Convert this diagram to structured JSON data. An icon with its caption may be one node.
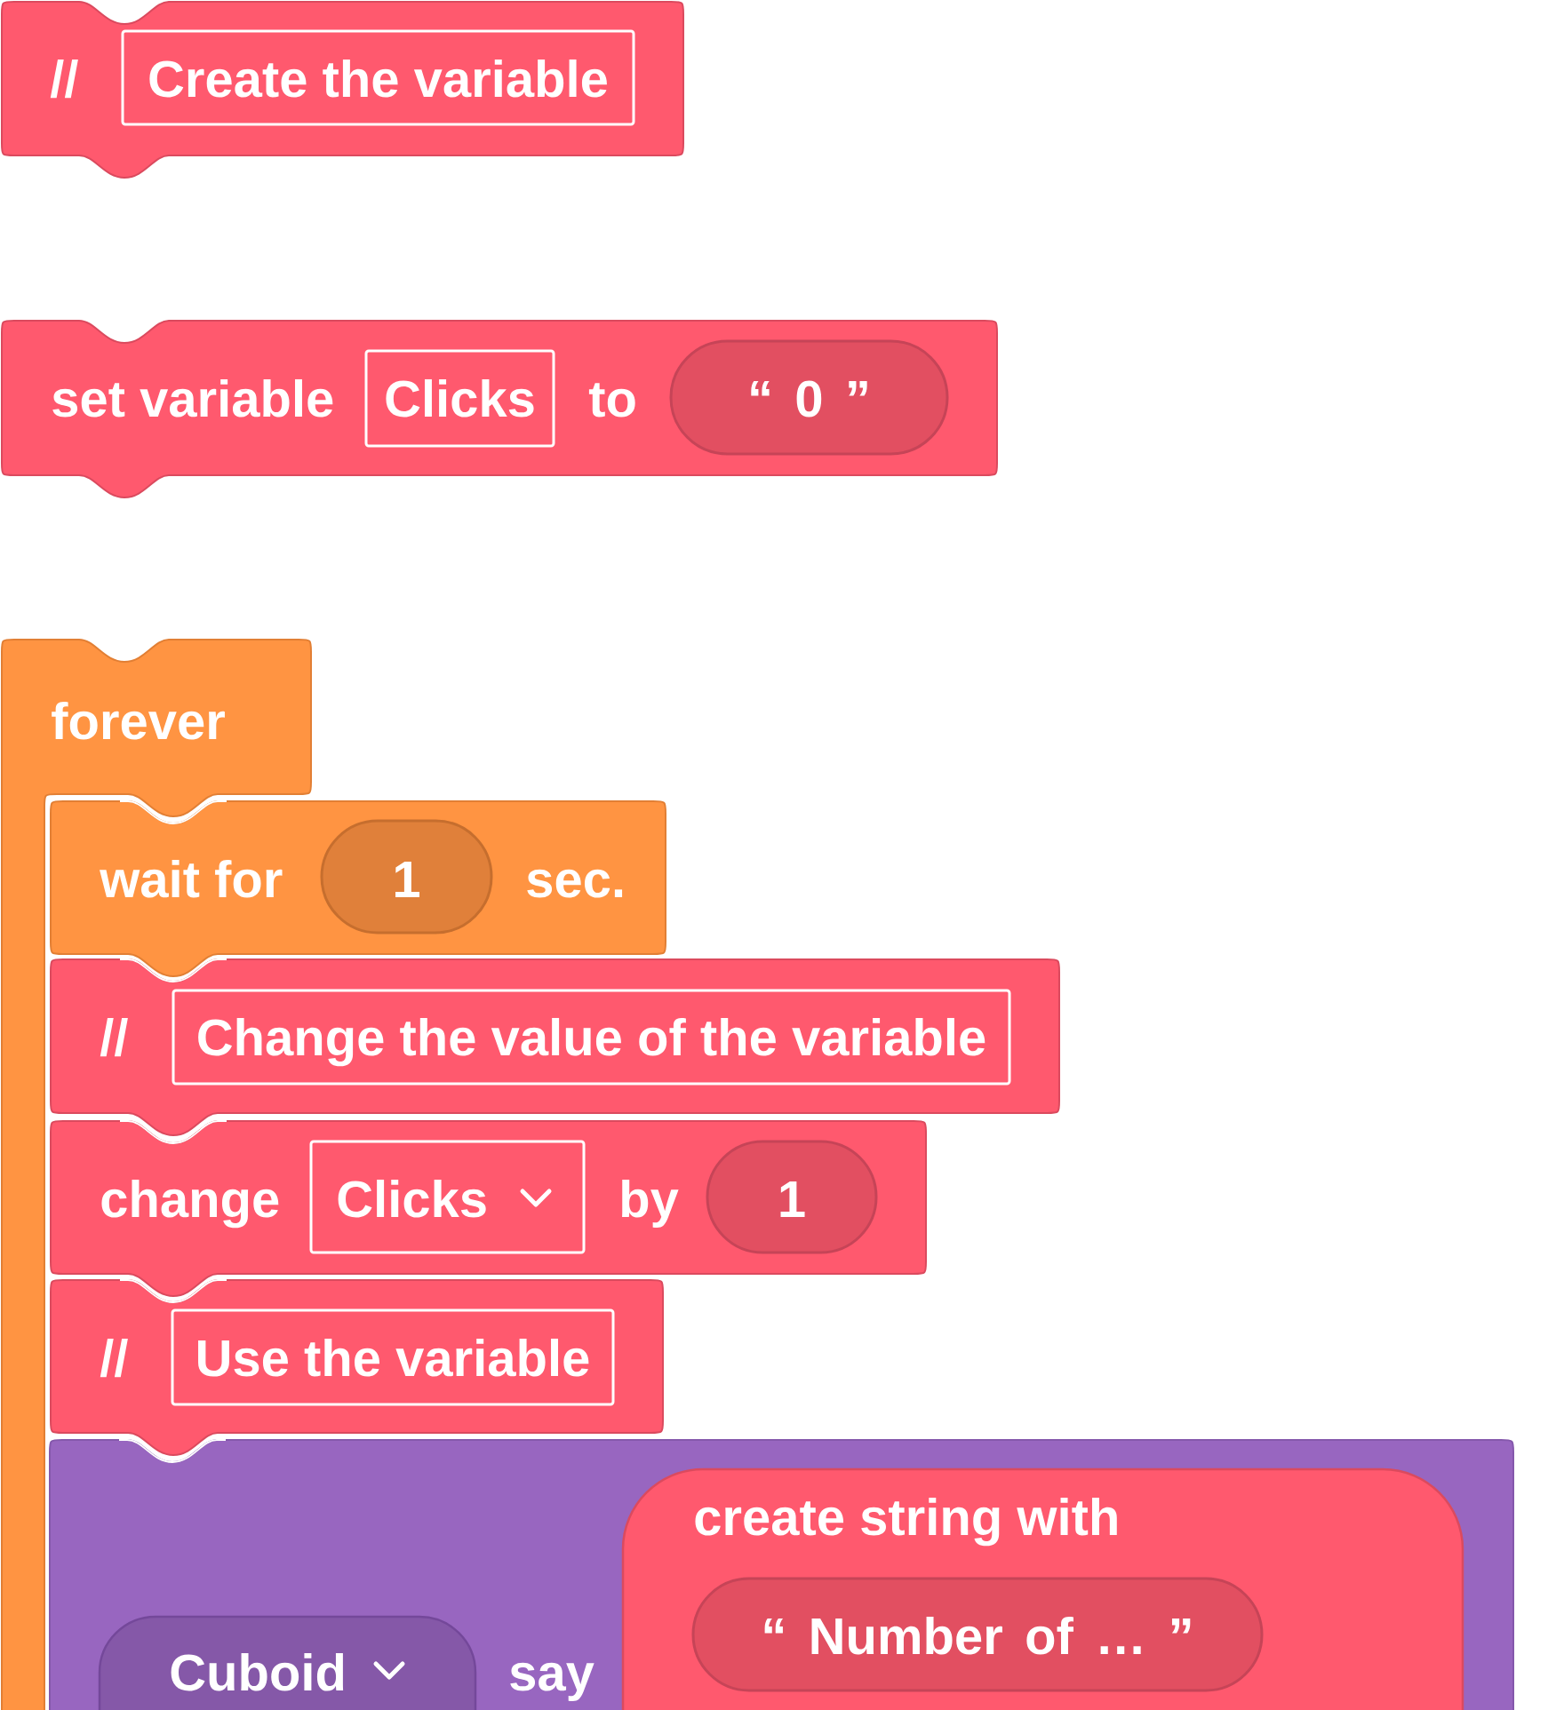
{
  "diagram": {
    "nodes": [
      {
        "text": [
          "//"
        ]
      },
      {
        "text": [
          "Create the variable"
        ],
        "in": 0
      },
      {
        "text": [
          "set variable",
          "to"
        ]
      },
      {
        "text": [
          "Clicks"
        ],
        "in": 2
      },
      {
        "text": [
          "“ 0 ”"
        ],
        "in": 2
      },
      {
        "text": [
          "forever"
        ]
      },
      {
        "text": [
          "wait for",
          "sec."
        ]
      },
      {
        "text": [
          "1"
        ],
        "in": 6
      },
      {
        "text": [
          "//"
        ]
      },
      {
        "text": [
          "Change the value of the variable"
        ],
        "in": 8
      },
      {
        "text": [
          "change",
          "by"
        ]
      },
      {
        "text": [
          "Clicks"
        ],
        "in": 10
      },
      {
        "text": [
          "1"
        ],
        "in": 10
      },
      {
        "text": [
          "//"
        ]
      },
      {
        "text": [
          "Use the variable"
        ],
        "in": 13
      },
      {
        "text": [
          "say"
        ]
      },
      {
        "text": [
          "Cuboid"
        ],
        "in": 15
      },
      {
        "text": [
          "create string with"
        ],
        "in": 15
      },
      {
        "text": [
          "“ Number of … ”"
        ],
        "in": 17
      }
    ]
  }
}
